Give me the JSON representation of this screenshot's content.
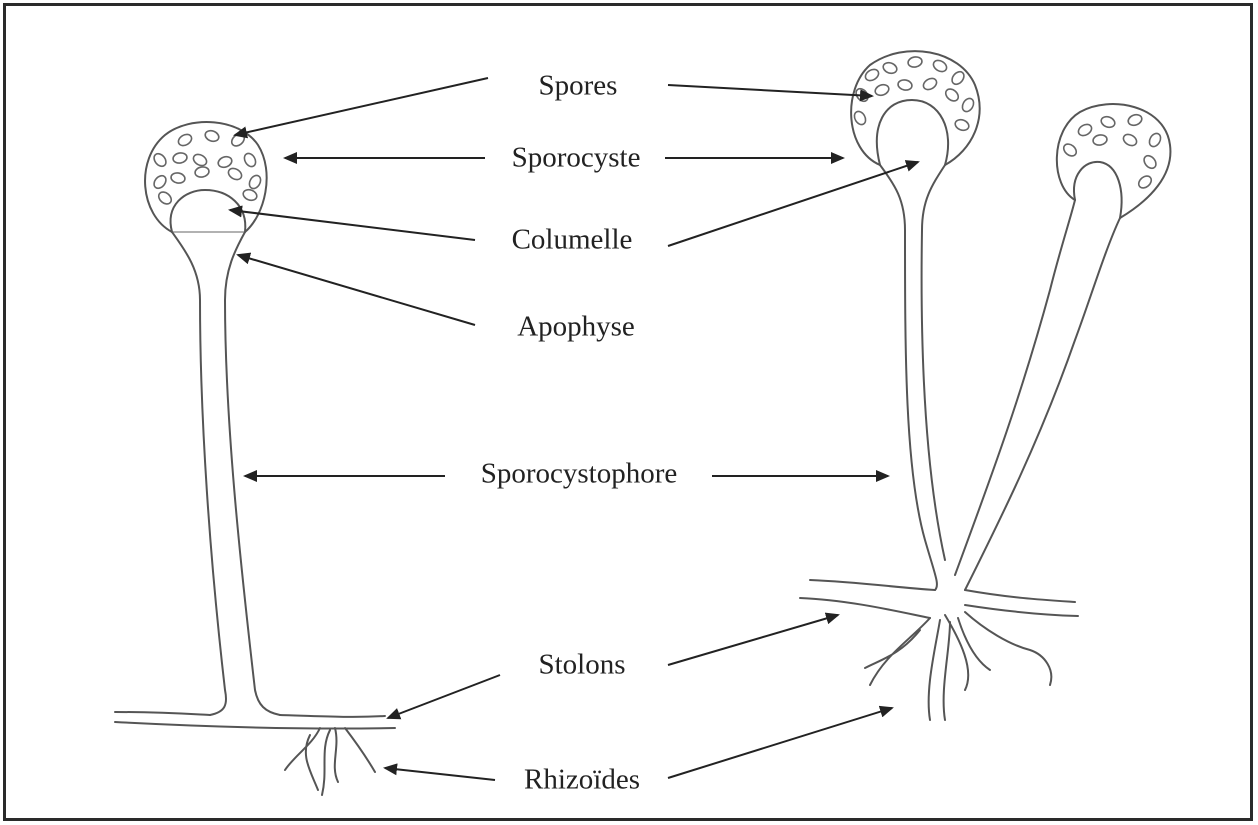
{
  "labels": {
    "spores": "Spores",
    "sporocyste": "Sporocyste",
    "columelle": "Columelle",
    "apophyse": "Apophyse",
    "sporocystophore": "Sporocystophore",
    "stolons": "Stolons",
    "rhizoides": "Rhizoïdes"
  }
}
